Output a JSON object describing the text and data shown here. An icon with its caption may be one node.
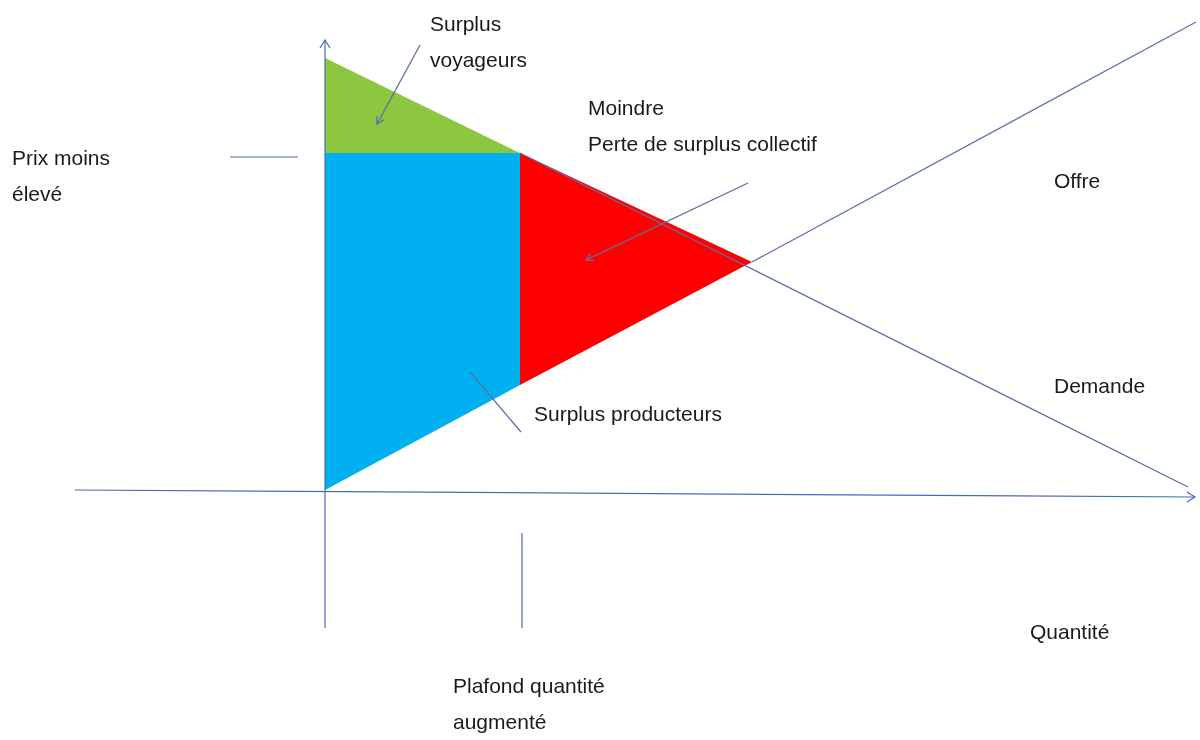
{
  "diagram": {
    "nodes": [
      {
        "text": [
          "Surplus voyageurs"
        ]
      },
      {
        "text": [],
        "shape": "triangle"
      },
      {
        "text": [
          "Moindre",
          "Perte de surplus collectif"
        ]
      },
      {
        "text": [],
        "shape": "triangle"
      },
      {
        "text": [
          "Surplus producteurs"
        ]
      },
      {
        "text": [],
        "shape": "trapezoid"
      }
    ],
    "edges": [
      {
        "from": 0,
        "to": 1,
        "arrow": "to"
      },
      {
        "from": 2,
        "to": 3,
        "arrow": "to"
      },
      {
        "from": 4,
        "to": 5,
        "arrow": "none"
      }
    ],
    "labels": [
      "Prix moins élevé",
      "Offre",
      "Demande",
      "Quantité",
      "Plafond quantité augmenté"
    ]
  }
}
